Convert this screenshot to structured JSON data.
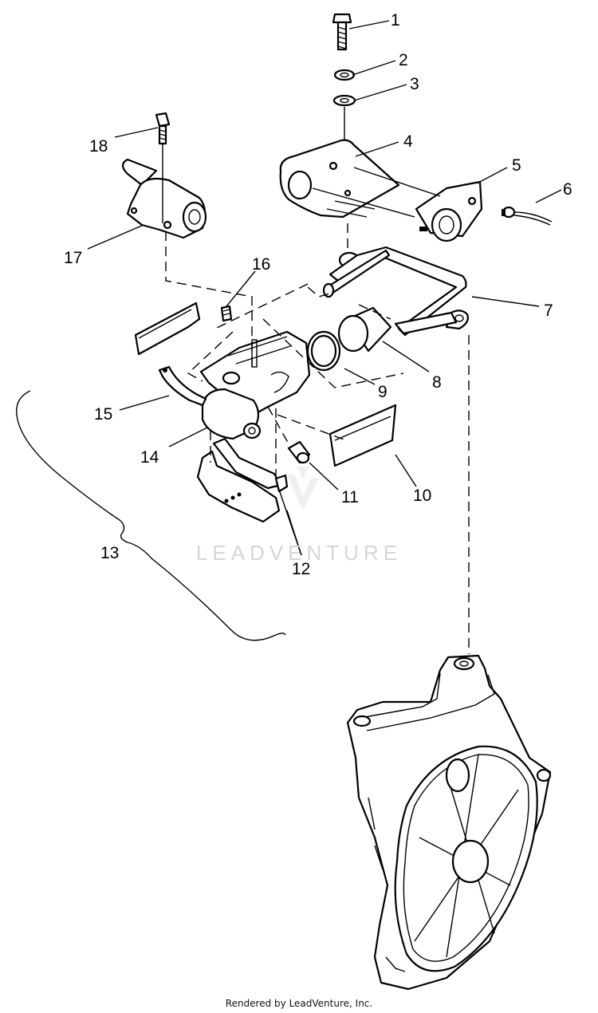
{
  "diagram": {
    "callouts": [
      "1",
      "2",
      "3",
      "4",
      "5",
      "6",
      "7",
      "8",
      "9",
      "10",
      "11",
      "12",
      "13",
      "14",
      "15",
      "16",
      "17",
      "18"
    ]
  },
  "watermark": "LEADVENTURE",
  "footer": "Rendered by LeadVenture, Inc."
}
